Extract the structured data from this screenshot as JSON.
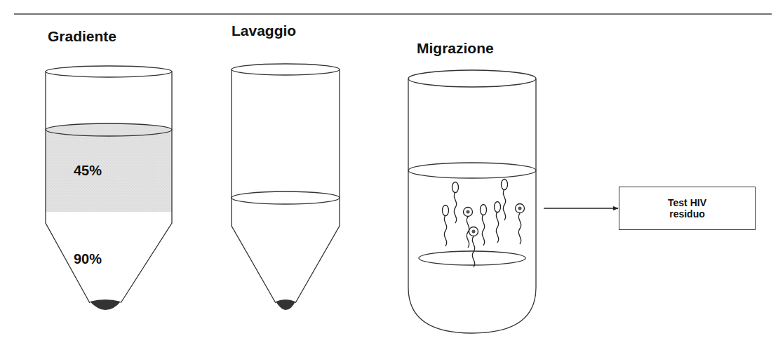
{
  "diagram": {
    "nodes": [
      {
        "text": [
          "Gradiente",
          "45%",
          "90%"
        ]
      },
      {
        "text": [
          "Lavaggio"
        ]
      },
      {
        "text": [
          "Migrazione"
        ]
      },
      {
        "text": [
          "Test HIV residuo"
        ]
      }
    ],
    "edges": [
      {
        "from": 2,
        "to": 3,
        "arrow": "to"
      }
    ]
  }
}
